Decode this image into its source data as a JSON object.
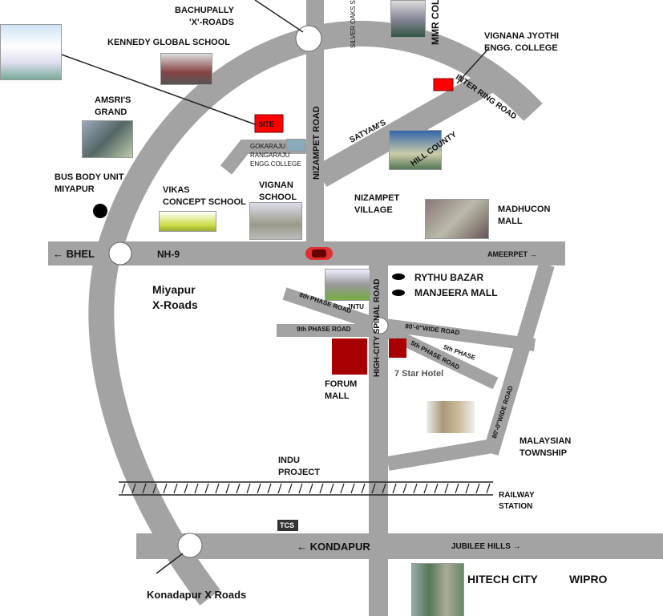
{
  "labels": {
    "bachupally": "BACHUPALLY",
    "bachupally2": "'X'-ROADS",
    "kennedy": "KENNEDY GLOBAL SCHOOL",
    "amsri1": "AMSRI'S",
    "amsri2": "GRAND",
    "bus1": "BUS BODY UNIT",
    "bus2": "MIYAPUR",
    "vikas1": "VIKAS",
    "vikas2": "CONCEPT SCHOOL",
    "vignan1": "VIGNAN",
    "vignan2": "SCHOOL",
    "site": "SITE",
    "gokaraju1": "GOKARAJU",
    "gokaraju2": "RANGARAJU",
    "gokaraju3": "ENGG.COLLEGE",
    "nizampet_road": "NIZAMPET ROAD",
    "silver_oaks": "SILVER OAKS SCHOOL",
    "mmr": "MMR COLLEGE",
    "vignana1": "VIGNANA JYOTHI",
    "vignana2": "ENGG. COLLEGE",
    "inter_ring": "INTER RING ROAD",
    "satyams": "SATYAM'S",
    "hill_county": "HILL COUNTY",
    "nizampet1": "NIZAMPET",
    "nizampet2": "VILLAGE",
    "madhucon1": "MADHUCON",
    "madhucon2": "MALL",
    "bhel": "← BHEL",
    "nh9": "NH-9",
    "ameerpet": "AMEERPET →",
    "miyapur1": "Miyapur",
    "miyapur2": "X-Roads",
    "rythu": "RYTHU BAZAR",
    "manjeera": "MANJEERA MALL",
    "jntu": "JNTU",
    "phase8": "8th PHASE ROAD",
    "phase9": "9th PHASE ROAD",
    "spinal": "HIGH-CITY SPINAL ROAD",
    "wide80": "80'-0\"WIDE ROAD",
    "phase5": "5th PHASE",
    "phase5road": "5th PHASE ROAD",
    "wide80b": "80'-0\"WIDE ROAD",
    "forum1": "FORUM",
    "forum2": "MALL",
    "hotel": "7 Star Hotel",
    "malaysian1": "MALAYSIAN",
    "malaysian2": "TOWNSHIP",
    "indu1": "INDU",
    "indu2": "PROJECT",
    "railway1": "RAILWAY",
    "railway2": "STATION",
    "tcs": "TCS",
    "kondapur": "←  KONDAPUR",
    "jubilee": "JUBILEE HILLS  →",
    "hitech": "HITECH CITY",
    "wipro": "WIPRO",
    "konadapur_x": "Konadapur X Roads"
  },
  "colors": {
    "road": "#a3a3a3",
    "site": "#ff0000",
    "mall": "#a80000"
  }
}
